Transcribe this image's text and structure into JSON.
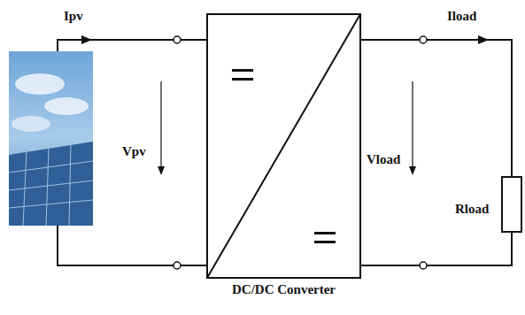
{
  "diagram": {
    "nodes": [
      {
        "text": [
          "DC/DC Converter"
        ]
      }
    ],
    "labels": [
      "Ipv",
      "Vpv",
      "Vload",
      "Iload",
      "Rload"
    ]
  }
}
